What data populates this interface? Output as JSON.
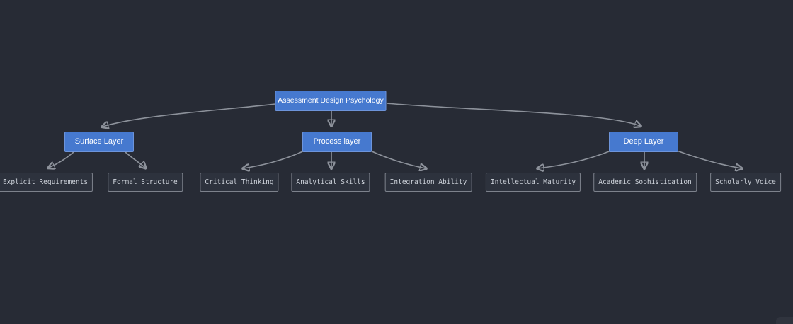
{
  "diagram": {
    "type": "flowchart-top-down",
    "root": {
      "label": "Assessment Design Psychology"
    },
    "branches": [
      {
        "label": "Surface Layer",
        "children": [
          "Explicit Requirements",
          "Formal Structure"
        ]
      },
      {
        "label": "Process layer",
        "children": [
          "Critical Thinking",
          "Analytical Skills",
          "Integration Ability"
        ]
      },
      {
        "label": "Deep Layer",
        "children": [
          "Intellectual Maturity",
          "Academic Sophistication",
          "Scholarly Voice"
        ]
      }
    ],
    "colors": {
      "background": "#272b35",
      "branch_node_fill": "#4679cf",
      "branch_node_border": "#6d94da",
      "branch_node_text": "#ffffff",
      "leaf_node_fill": "#2d323d",
      "leaf_node_border": "#7d828c",
      "leaf_node_text": "#cfd4dc",
      "edge": "#8d929b"
    }
  }
}
